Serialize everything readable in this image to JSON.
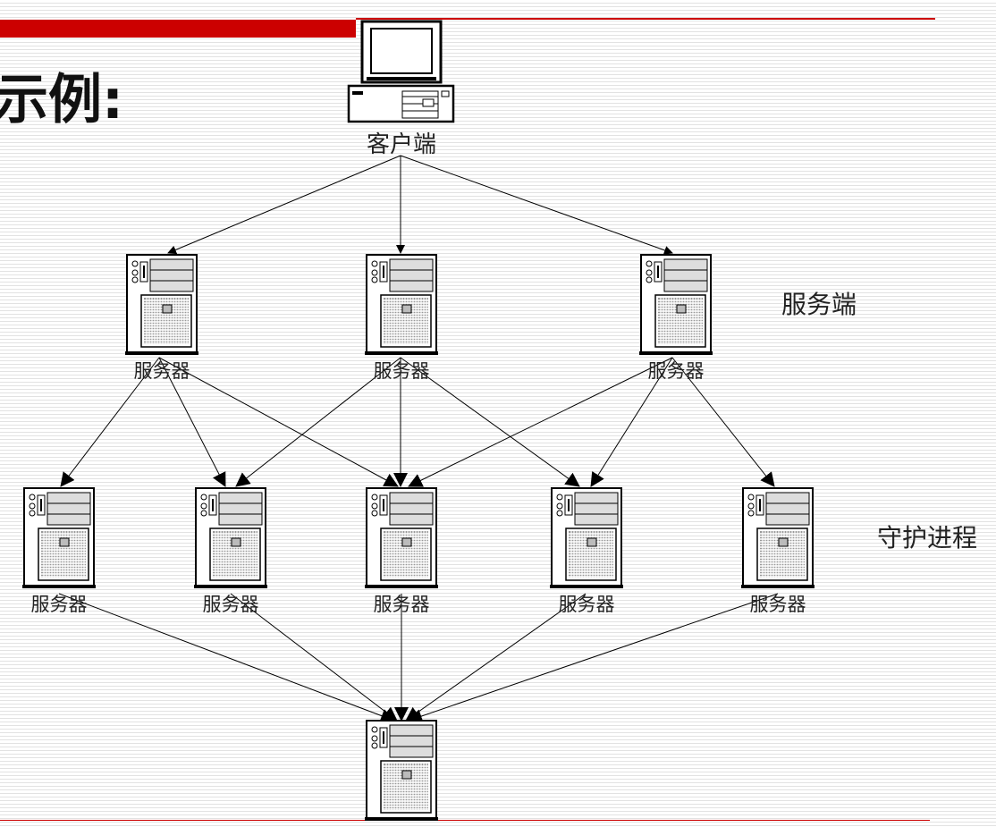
{
  "slide": {
    "title": "示例:",
    "accent_color": "#cc0000"
  },
  "diagram": {
    "client_label": "客户端",
    "server_tier_label": "服务端",
    "daemon_tier_label": "守护进程",
    "server_label": "服务器",
    "icons": {
      "client": "desktop-computer-icon",
      "server": "tower-server-icon"
    },
    "edges": [
      [
        "client",
        "server-1"
      ],
      [
        "client",
        "server-2"
      ],
      [
        "client",
        "server-3"
      ],
      [
        "server-1",
        "daemon-1"
      ],
      [
        "server-1",
        "daemon-2"
      ],
      [
        "server-1",
        "daemon-3"
      ],
      [
        "server-2",
        "daemon-2"
      ],
      [
        "server-2",
        "daemon-3"
      ],
      [
        "server-2",
        "daemon-4"
      ],
      [
        "server-3",
        "daemon-3"
      ],
      [
        "server-3",
        "daemon-4"
      ],
      [
        "server-3",
        "daemon-5"
      ],
      [
        "daemon-1",
        "bottom-server"
      ],
      [
        "daemon-2",
        "bottom-server"
      ],
      [
        "daemon-3",
        "bottom-server"
      ],
      [
        "daemon-4",
        "bottom-server"
      ],
      [
        "daemon-5",
        "bottom-server"
      ]
    ]
  }
}
